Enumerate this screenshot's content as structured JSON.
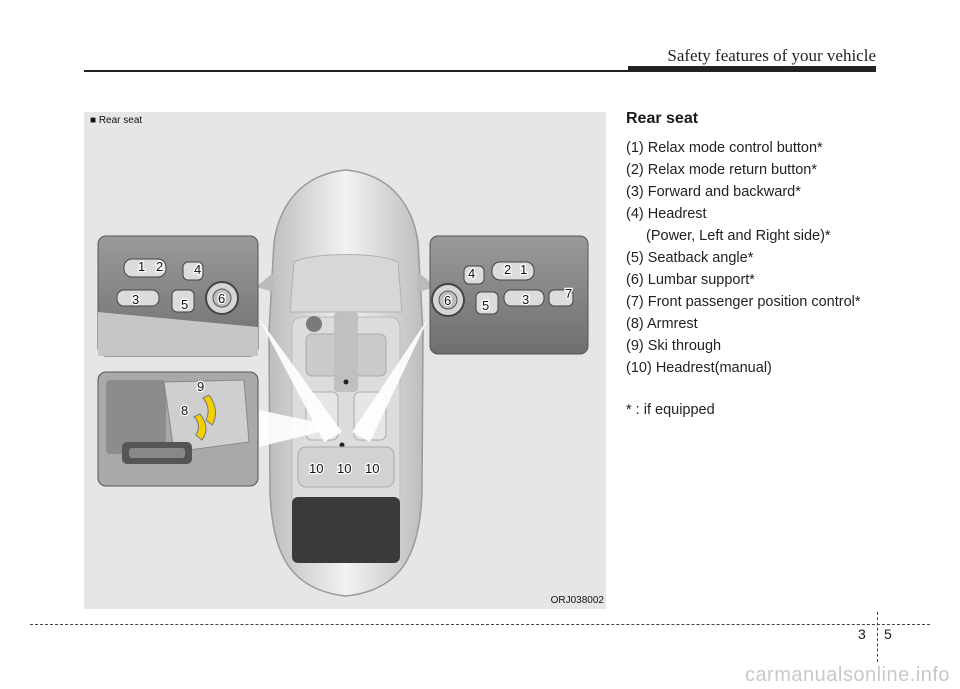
{
  "header": {
    "title": "Safety features of your vehicle"
  },
  "figure": {
    "caption": "■ Rear seat",
    "code": "ORJ038002",
    "callouts": {
      "n1": "1",
      "n2": "2",
      "n3": "3",
      "n4": "4",
      "n5": "5",
      "n6": "6",
      "n7": "7",
      "n8": "8",
      "n9": "9",
      "n10": "10"
    }
  },
  "content": {
    "title": "Rear seat",
    "items": [
      "(1) Relax mode control button*",
      "(2) Relax mode return button*",
      "(3) Forward and backward*",
      "(4) Headrest",
      "(Power, Left and Right side)*",
      "(5) Seatback angle*",
      "(6) Lumbar support*",
      "(7) Front passenger position control*",
      "(8) Armrest",
      "(9) Ski through",
      "(10) Headrest(manual)"
    ],
    "footnote": "* : if equipped"
  },
  "footer": {
    "chapter": "3",
    "page": "5"
  },
  "watermark": "carmanualsonline.info"
}
